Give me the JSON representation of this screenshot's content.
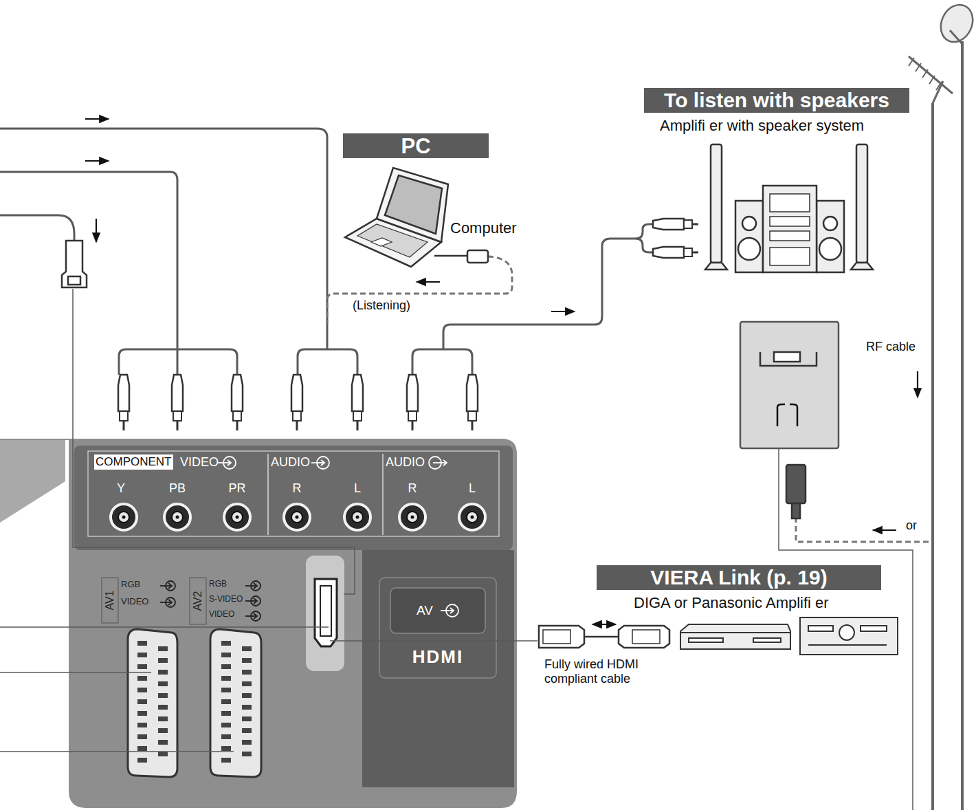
{
  "diagram": {
    "nodes": [
      {
        "text": [
          "PC"
        ]
      },
      {
        "text": [
          "To listen with speakers"
        ]
      },
      {
        "text": [
          "VIERA Link (p. 19)"
        ]
      }
    ],
    "labels": [
      "Computer",
      "(Listening)",
      "Amplifi er with speaker system",
      "RF cable",
      "COMPONENT",
      "VIDEO",
      "AUDIO",
      "AUDIO",
      "Y",
      "PB",
      "PR",
      "R",
      "L",
      "R",
      "L",
      "or",
      "DIGA or Panasonic Amplifi er",
      "Fully wired HDMI compliant cable",
      "AV1",
      "RGB",
      "VIDEO",
      "AV2",
      "RGB",
      "S-VIDEO",
      "VIDEO",
      "AV",
      "HDMI"
    ]
  }
}
